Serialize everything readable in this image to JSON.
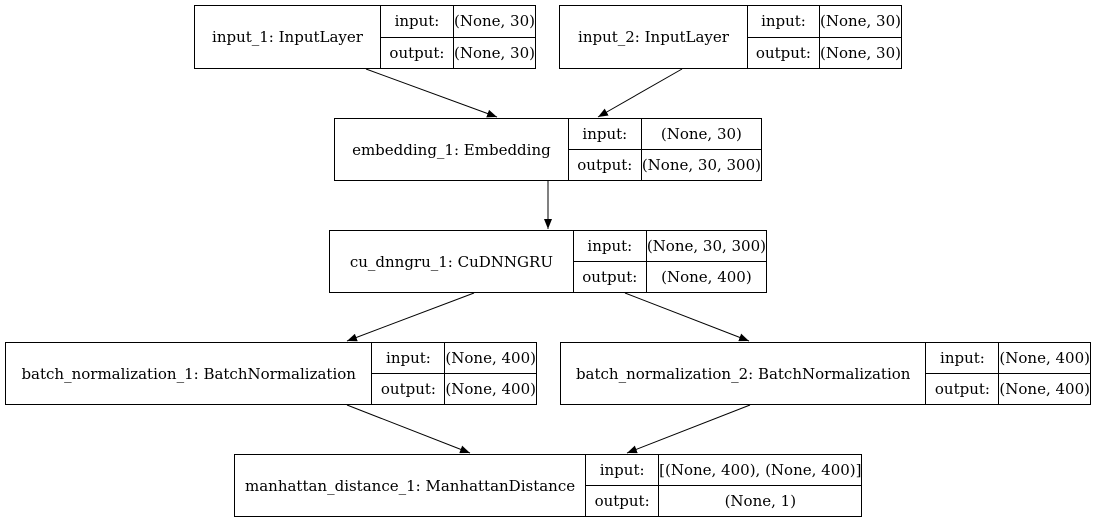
{
  "nodes": [
    {
      "id": "input_1",
      "name": "input_1: InputLayer",
      "input_label": "input:",
      "input": "(None, 30)",
      "output_label": "output:",
      "output": "(None, 30)"
    },
    {
      "id": "input_2",
      "name": "input_2: InputLayer",
      "input_label": "input:",
      "input": "(None, 30)",
      "output_label": "output:",
      "output": "(None, 30)"
    },
    {
      "id": "embedding_1",
      "name": "embedding_1: Embedding",
      "input_label": "input:",
      "input": "(None, 30)",
      "output_label": "output:",
      "output": "(None, 30, 300)"
    },
    {
      "id": "cu_dnngru_1",
      "name": "cu_dnngru_1: CuDNNGRU",
      "input_label": "input:",
      "input": "(None, 30, 300)",
      "output_label": "output:",
      "output": "(None, 400)"
    },
    {
      "id": "batch_normalization_1",
      "name": "batch_normalization_1: BatchNormalization",
      "input_label": "input:",
      "input": "(None, 400)",
      "output_label": "output:",
      "output": "(None, 400)"
    },
    {
      "id": "batch_normalization_2",
      "name": "batch_normalization_2: BatchNormalization",
      "input_label": "input:",
      "input": "(None, 400)",
      "output_label": "output:",
      "output": "(None, 400)"
    },
    {
      "id": "manhattan_distance_1",
      "name": "manhattan_distance_1: ManhattanDistance",
      "input_label": "input:",
      "input": "[(None, 400), (None, 400)]",
      "output_label": "output:",
      "output": "(None, 1)"
    }
  ],
  "edges": [
    {
      "from": "input_1",
      "to": "embedding_1"
    },
    {
      "from": "input_2",
      "to": "embedding_1"
    },
    {
      "from": "embedding_1",
      "to": "cu_dnngru_1"
    },
    {
      "from": "cu_dnngru_1",
      "to": "batch_normalization_1"
    },
    {
      "from": "cu_dnngru_1",
      "to": "batch_normalization_2"
    },
    {
      "from": "batch_normalization_1",
      "to": "manhattan_distance_1"
    },
    {
      "from": "batch_normalization_2",
      "to": "manhattan_distance_1"
    }
  ]
}
